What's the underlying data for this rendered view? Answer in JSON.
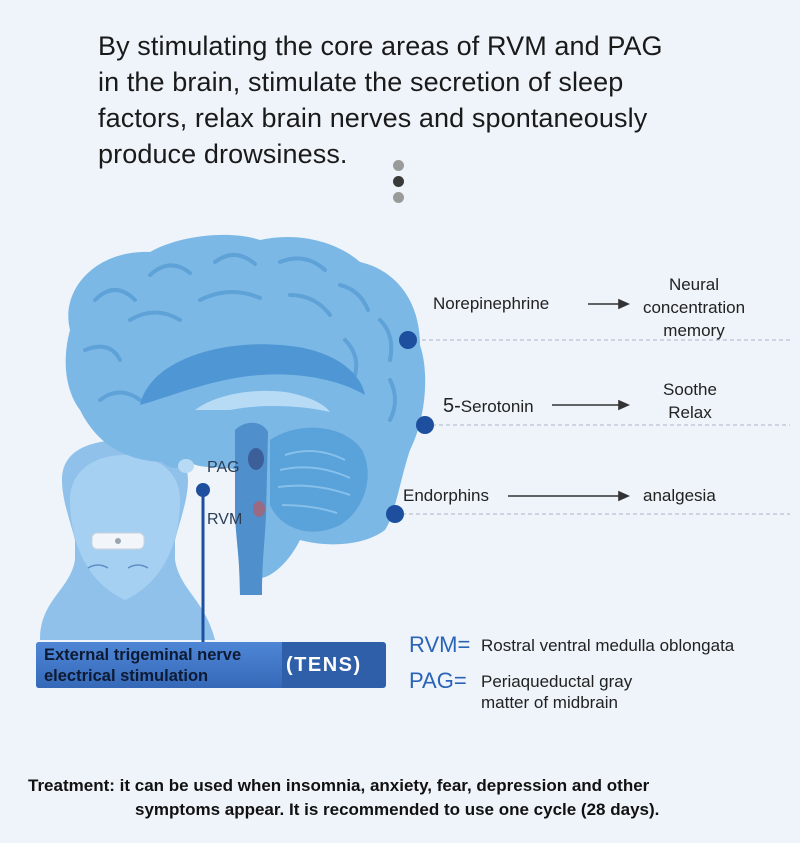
{
  "headline": {
    "lines": [
      "By stimulating the core areas of RVM and PAG",
      "in the brain, stimulate the secretion of sleep",
      "factors, relax brain nerves and spontaneously",
      "produce drowsiness."
    ]
  },
  "pagination_dots": 3,
  "active_dot_index": 1,
  "brain_labels": {
    "pag": "PAG",
    "rvm": "RVM"
  },
  "pathways": [
    {
      "substance": "Norepinephrine",
      "effect_lines": [
        "Neural",
        "concentration",
        "memory"
      ]
    },
    {
      "substance_prefix": "5-",
      "substance": "Serotonin",
      "effect_lines": [
        "Soothe",
        "Relax"
      ]
    },
    {
      "substance": "Endorphins",
      "effect_lines": [
        "analgesia"
      ]
    }
  ],
  "tens": {
    "line1": "External trigeminal nerve",
    "line2": "electrical stimulation",
    "abbr": "(TENS)"
  },
  "definitions": [
    {
      "abbr": "RVM=",
      "lines": [
        "Rostral ventral medulla oblongata"
      ]
    },
    {
      "abbr": "PAG=",
      "lines": [
        "Periaqueductal gray",
        "matter of midbrain"
      ]
    }
  ],
  "footer": {
    "line1": "Treatment: it can be used when insomnia, anxiety, fear, depression and other",
    "line2": "symptoms appear. It is recommended to use one cycle (28 days)."
  },
  "colors": {
    "brain": "#7cb8e6",
    "brain_dark": "#5fa3da",
    "accent_dot": "#1e4f9e",
    "pag_marker": "#3d5f99",
    "rvm_marker": "#9a6a82",
    "person": "#8fc1ea"
  }
}
